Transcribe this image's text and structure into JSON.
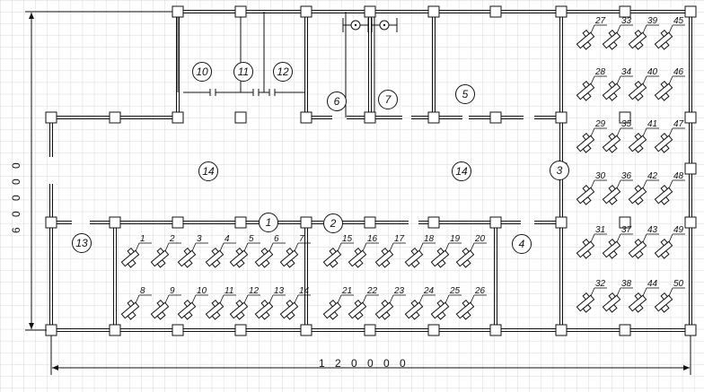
{
  "dimensions": {
    "width_label": "1 2 0 0 0 0",
    "height_label": "6 0 0 0 0"
  },
  "room_labels": {
    "r1": "1",
    "r2": "2",
    "r3": "3",
    "r4": "4",
    "r5": "5",
    "r6": "6",
    "r7": "7",
    "r10": "10",
    "r11": "11",
    "r12": "12",
    "r13": "13",
    "r14a": "14",
    "r14b": "14"
  },
  "workstations": {
    "w1": "1",
    "w2": "2",
    "w3": "3",
    "w4": "4",
    "w5": "5",
    "w6": "6",
    "w7": "7",
    "w8": "8",
    "w9": "9",
    "w10": "10",
    "w11": "11",
    "w12": "12",
    "w13": "13",
    "w14": "14",
    "w15": "15",
    "w16": "16",
    "w17": "17",
    "w18": "18",
    "w19": "19",
    "w20": "20",
    "w21": "21",
    "w22": "22",
    "w23": "23",
    "w24": "24",
    "w25": "25",
    "w26": "26",
    "w27": "27",
    "w28": "28",
    "w29": "29",
    "w30": "30",
    "w31": "31",
    "w32": "32",
    "w33": "33",
    "w34": "34",
    "w35": "35",
    "w36": "36",
    "w37": "37",
    "w38": "38",
    "w39": "39",
    "w40": "40",
    "w41": "41",
    "w42": "42",
    "w43": "43",
    "w44": "44",
    "w45": "45",
    "w46": "46",
    "w47": "47",
    "w48": "48",
    "w49": "49",
    "w50": "50"
  }
}
